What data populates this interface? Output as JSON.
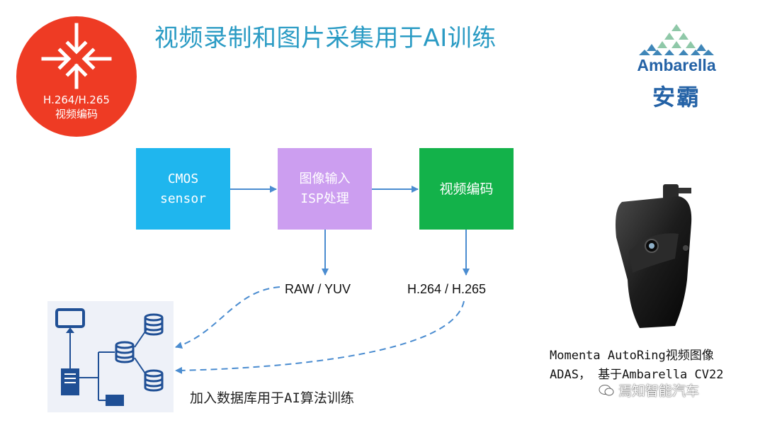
{
  "title": "视频录制和图片采集用于AI训练",
  "codec_badge": {
    "line1": "H.264/H.265",
    "line2": "视频编码",
    "icon": "converge-arrows-icon",
    "color": "#ee3b24"
  },
  "pipeline": {
    "cmos": {
      "line1": "CMOS",
      "line2": "sensor",
      "color": "#1fb6ee"
    },
    "isp": {
      "line1": "图像输入",
      "line2": "ISP处理",
      "color": "#cc9ef0"
    },
    "encode": {
      "label": "视频编码",
      "color": "#13b24a"
    },
    "raw_output": "RAW / YUV",
    "h264_output": "H.264 / H.265",
    "arrow_color": "#4a8cd0"
  },
  "database": {
    "caption": "加入数据库用于AI算法训练",
    "icons": [
      "monitor-icon",
      "server-icon",
      "database-icon",
      "database-icon",
      "database-icon",
      "device-icon"
    ],
    "icon_color": "#1f4f95"
  },
  "brand": {
    "name": "Ambarella",
    "name_cn": "安霸",
    "icon": "ambarella-mountain-logo",
    "color": "#2462a6"
  },
  "product": {
    "line1": "Momenta AutoRing视频图像",
    "line2": "ADAS， 基于Ambarella CV22",
    "icon": "camera-device-image"
  },
  "watermark": "焉知智能汽车"
}
